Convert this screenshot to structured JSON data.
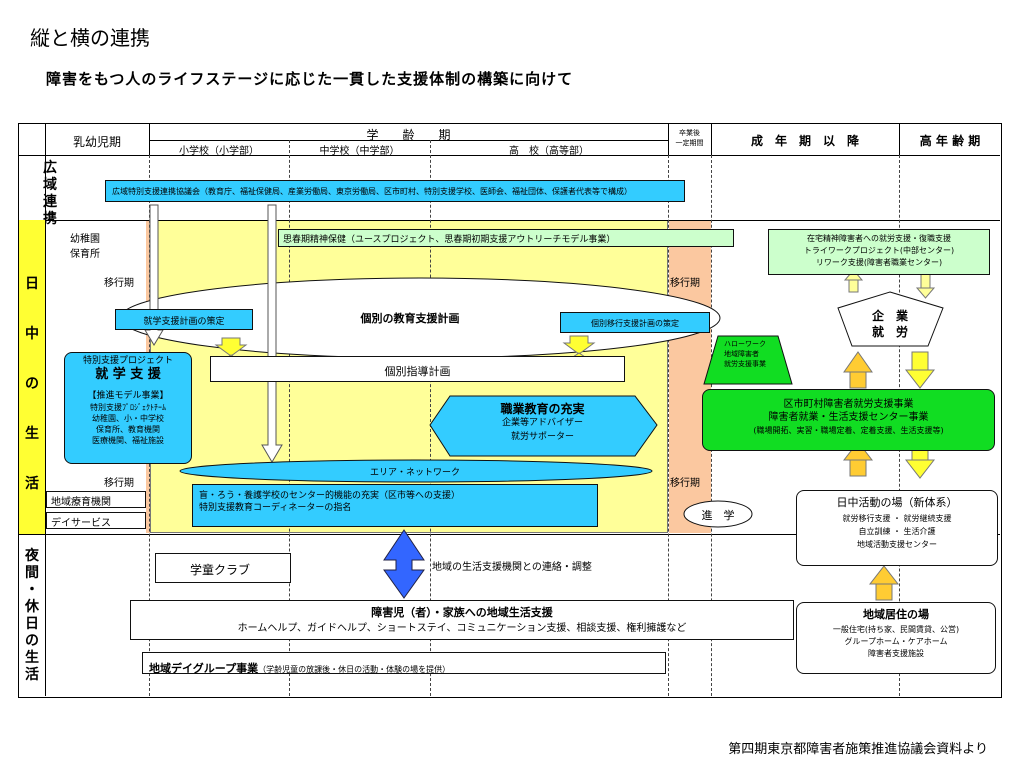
{
  "title": "縦と横の連携",
  "subtitle": "障害をもつ人のライフステージに応じた一貫した支援体制の構築に向けて",
  "header": {
    "infant": "乳幼児期",
    "school_age": "学　　齢　　期",
    "elementary": "小学校（小学部）",
    "junior_high": "中学校（中学部）",
    "high_school": "高　校（高等部）",
    "post_grad_line1": "卒業後",
    "post_grad_line2": "一定期間",
    "adult": "成　年　期　以　降",
    "elderly": "高 年 齢 期"
  },
  "side_labels": {
    "wide_area": [
      "広",
      "域",
      "連",
      "携"
    ],
    "daytime": [
      "日",
      "中",
      "の",
      "生",
      "活"
    ],
    "night": [
      "夜",
      "間",
      "・",
      "休",
      "日",
      "の",
      "生",
      "活"
    ]
  },
  "boxes": {
    "council": "広域特別支援連携協議会（教育庁、福祉保健局、産業労働局、東京労働局、区市町村、特別支援学校、医師会、福祉団体、保護者代表等で構成）",
    "youth_psych": "思春期精神保健（ユースプロジェクト、思春期初期支援アウトリーチモデル事業）",
    "psych_employment_line1": "在宅精神障害者への就労支援・復職支援",
    "psych_employment_line2": "トライワークプロジェクト(中部センター)",
    "psych_employment_line3": "リワーク支援(障害者職業センター)",
    "kindergarten_line1": "幼稚園",
    "kindergarten_line2": "保育所",
    "transition": "移行期",
    "school_plan": "就学支援計画の策定",
    "edu_plan": "個別の教育支援計画",
    "transition_plan": "個別移行支援計画の策定",
    "guidance_plan": "個別指導計画",
    "special_project_line1": "特別支援プロジェクト",
    "special_project_line2": "就 学 支 援",
    "special_project_line3": "【推進モデル事業】",
    "special_project_line4": "特別支援ﾌﾟﾛｼﾞｪｸﾄﾁｰﾑ",
    "special_project_line5": "幼稚園、小・中学校",
    "special_project_line6": "保育所、教育機関",
    "special_project_line7": "医療機関、福祉施設",
    "vocational_line1": "職業教育の充実",
    "vocational_line2": "企業等アドバイザー",
    "vocational_line3": "就労サポーター",
    "hello_work_line1": "ハローワーク",
    "hello_work_line2": "地域障害者",
    "hello_work_line3": "就労支援事業",
    "corporate_line1": "企　業",
    "corporate_line2": "就　労",
    "municipal_line1": "区市町村障害者就労支援事業",
    "municipal_line2": "障害者就業・生活支援センター事業",
    "municipal_line3": "(職場開拓、実習・職場定着、定着支援、生活支援等)",
    "area_network": "エリア・ネットワーク",
    "center_function_line1": "盲・ろう・養護学校のセンター的機能の充実（区市等への支援）",
    "center_function_line2": "特別支援教育コーディネーターの指名",
    "regional_medical": "地域療育機関",
    "day_service": "デイサービス",
    "advance": "進　学",
    "day_activity_line1": "日中活動の場（新体系）",
    "day_activity_line2": "就労移行支援 ・ 就労継続支援",
    "day_activity_line3": "自立訓練 ・ 生活介護",
    "day_activity_line4": "地域活動支援センター",
    "afterschool_club": "学童クラブ",
    "liaison": "地域の生活支援機関との連絡・調整",
    "family_support_line1": "障害児（者）・家族への地域生活支援",
    "family_support_line2": "ホームヘルプ、ガイドヘルプ、ショートステイ、コミュニケーション支援、相談支援、権利擁護など",
    "residence_line1": "地域居住の場",
    "residence_line2": "一般住宅(持ち家、民間賃貸、公営)",
    "residence_line3": "グループホーム・ケアホーム",
    "residence_line4": "障害者支援施設",
    "day_group_line1": "地域デイグループ事業",
    "day_group_line2": "（学齢児童の放課後・休日の活動・体験の場を提供）"
  },
  "footer": "第四期東京都障害者施策推進協議会資料より",
  "colors": {
    "school_zone": "#ffff99",
    "peach_zone": "#fbc8a0",
    "cyan": "#33ccff",
    "green": "#11dd22",
    "light_green": "#ccffcc",
    "arrow_yellow": "#ffff33",
    "arrow_orange": "#ffcc33",
    "arrow_blue": "#3366ff"
  }
}
